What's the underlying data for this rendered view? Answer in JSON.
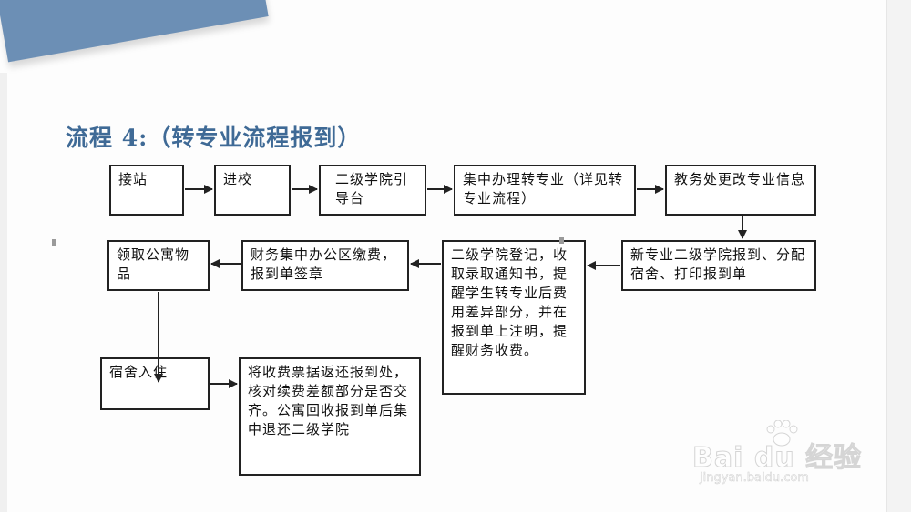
{
  "title": "流程 4:（转专业流程报到）",
  "steps": {
    "s1": "接站",
    "s2": "进校",
    "s3": "二级学院引导台",
    "s4": "集中办理转专业（详见转专业流程）",
    "s5": "教务处更改专业信息",
    "s6": "新专业二级学院报到、分配宿舍、打印报到单",
    "s7": "二级学院登记，收取录取通知书，提醒学生转专业后费用差异部分，并在报到单上注明，提醒财务收费。",
    "s8": "财务集中办公区缴费，报到单签章",
    "s9": "领取公寓物品",
    "s10": "宿舍入住",
    "s11": "将收费票据返还报到处，核对续费差额部分是否交齐。公寓回收报到单后集中退还二级学院"
  },
  "watermark": {
    "brand": "Bai du 经验",
    "url": "jingyan.baidu.com"
  },
  "colors": {
    "title": "#3f6a96",
    "corner": "#6c8fb5",
    "box_border": "#222222",
    "arrow": "#222222"
  }
}
